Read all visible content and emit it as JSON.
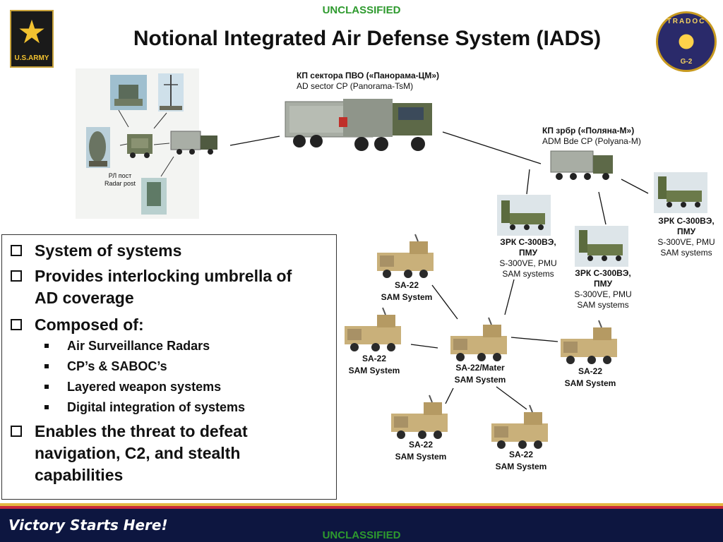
{
  "classification_top": "UNCLASSIFIED",
  "classification_bottom": "UNCLASSIFIED",
  "title": "Notional Integrated Air Defense System (IADS)",
  "logo_left": {
    "label": "U.S.ARMY"
  },
  "logo_right": {
    "top": "TRADOC",
    "bottom": "G-2"
  },
  "radar_post": {
    "line1": "РЛ пост",
    "line2": "Radar post"
  },
  "ad_sector_cp": {
    "line1": "КП сектора ПВО («Панорама-ЦМ»)",
    "line2": "AD sector CP (Panorama-TsM)"
  },
  "adm_bde_cp": {
    "line1": "КП зрбр («Поляна-М»)",
    "line2": "ADM Bde CP (Polyana-M)"
  },
  "s300_labels": [
    {
      "line1": "ЗРК С-300ВЭ, ПМУ",
      "line2": "S-300VE, PMU",
      "line3": "SAM systems"
    },
    {
      "line1": "ЗРК С-300ВЭ, ПМУ",
      "line2": "S-300VE, PMU",
      "line3": "SAM systems"
    },
    {
      "line1": "ЗРК С-300ВЭ, ПМУ",
      "line2": "S-300VE, PMU",
      "line3": "SAM systems"
    }
  ],
  "sa22_labels": [
    {
      "line1": "SA-22",
      "line2": "SAM System"
    },
    {
      "line1": "SA-22",
      "line2": "SAM System"
    },
    {
      "line1": "SA-22/Mater",
      "line2": "SAM System"
    },
    {
      "line1": "SA-22",
      "line2": "SAM System"
    },
    {
      "line1": "SA-22",
      "line2": "SAM System"
    },
    {
      "line1": "SA-22",
      "line2": "SAM System"
    }
  ],
  "bullets": {
    "b1": "System of systems",
    "b2a": "Provides interlocking umbrella of",
    "b2b": "AD coverage",
    "b3": "Composed of:",
    "s1": "Air Surveillance Radars",
    "s2": "CP’s & SABOC’s",
    "s3": "Layered weapon systems",
    "s4": "Digital integration of systems",
    "b4a": "Enables the threat to defeat",
    "b4b": "navigation, C2, and stealth",
    "b4c": "capabilities"
  },
  "footer": {
    "slogan": "Victory Starts Here!"
  },
  "colors": {
    "classification": "#2e9a2e",
    "footer_bg": "#0d1640",
    "stripe_red": "#c9283a",
    "stripe_gold": "#e4b740",
    "vehicle_tan": "#c9b07a",
    "cp_truck_gray": "#a8ada4"
  }
}
